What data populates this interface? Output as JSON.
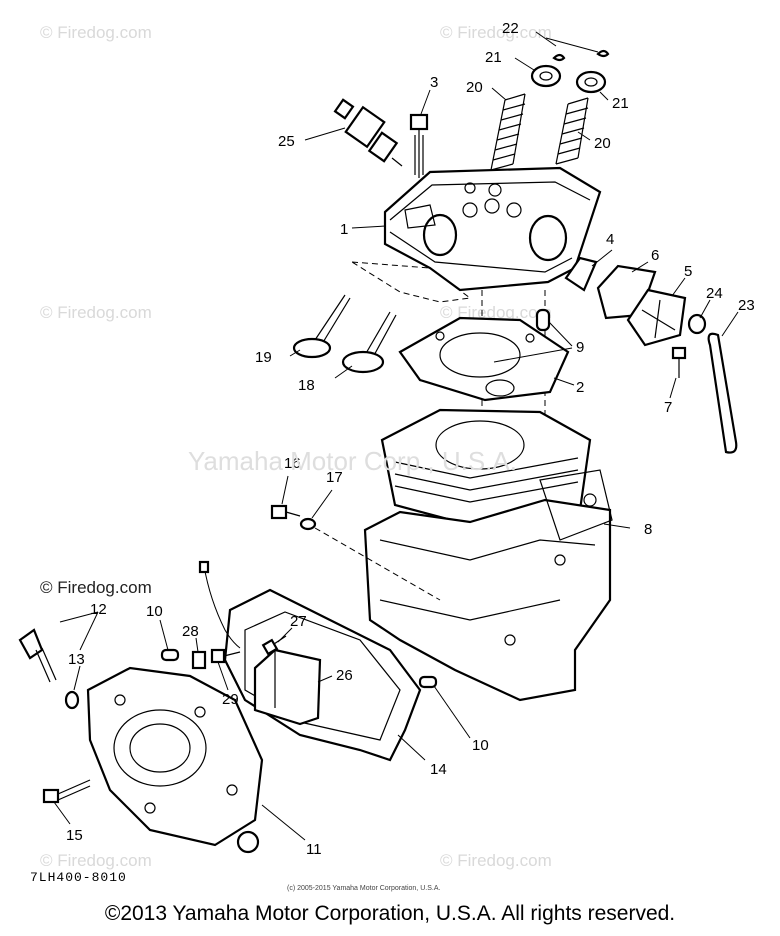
{
  "watermark": "© Firedog.com",
  "center_watermark": "Yamaha Motor Corp., U.S.A.",
  "diagram_number": "7LH400-8010",
  "small_copyright": "(c) 2005-2015 Yamaha Motor Corporation, U.S.A.",
  "footer": "©2013 Yamaha Motor Corporation, U.S.A. All rights reserved.",
  "callouts": {
    "c1": "1",
    "c2": "2",
    "c3": "3",
    "c4": "4",
    "c5": "5",
    "c6": "6",
    "c7": "7",
    "c8": "8",
    "c9": "9",
    "c10a": "10",
    "c10b": "10",
    "c11": "11",
    "c12": "12",
    "c13": "13",
    "c14": "14",
    "c15": "15",
    "c16": "16",
    "c17": "17",
    "c18": "18",
    "c19": "19",
    "c20a": "20",
    "c20b": "20",
    "c21a": "21",
    "c21b": "21",
    "c22": "22",
    "c23": "23",
    "c24": "24",
    "c25": "25",
    "c26": "26",
    "c27": "27",
    "c28": "28",
    "c29": "29"
  }
}
